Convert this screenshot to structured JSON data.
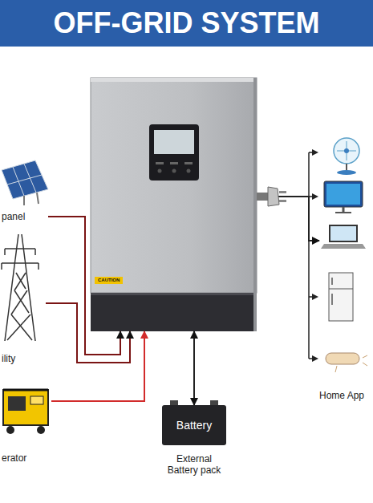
{
  "diagram": {
    "title": "OFF-GRID SYSTEM",
    "nodes": [
      {
        "text": [
          "panel"
        ]
      },
      {
        "text": [
          "ility"
        ]
      },
      {
        "text": [
          "erator"
        ]
      },
      {
        "text": [
          "CAUTION"
        ]
      },
      {
        "text": [
          "Battery",
          "External Battery pack"
        ]
      },
      {
        "text": [
          "Home App"
        ]
      }
    ],
    "edges": [
      {
        "from": 0,
        "to": 3,
        "arrow": "to"
      },
      {
        "from": 1,
        "to": 3,
        "arrow": "to"
      },
      {
        "from": 2,
        "to": 3,
        "arrow": "to"
      },
      {
        "from": 3,
        "to": 4,
        "arrow": "both"
      },
      {
        "from": 3,
        "to": 5,
        "arrow": "to"
      }
    ]
  }
}
